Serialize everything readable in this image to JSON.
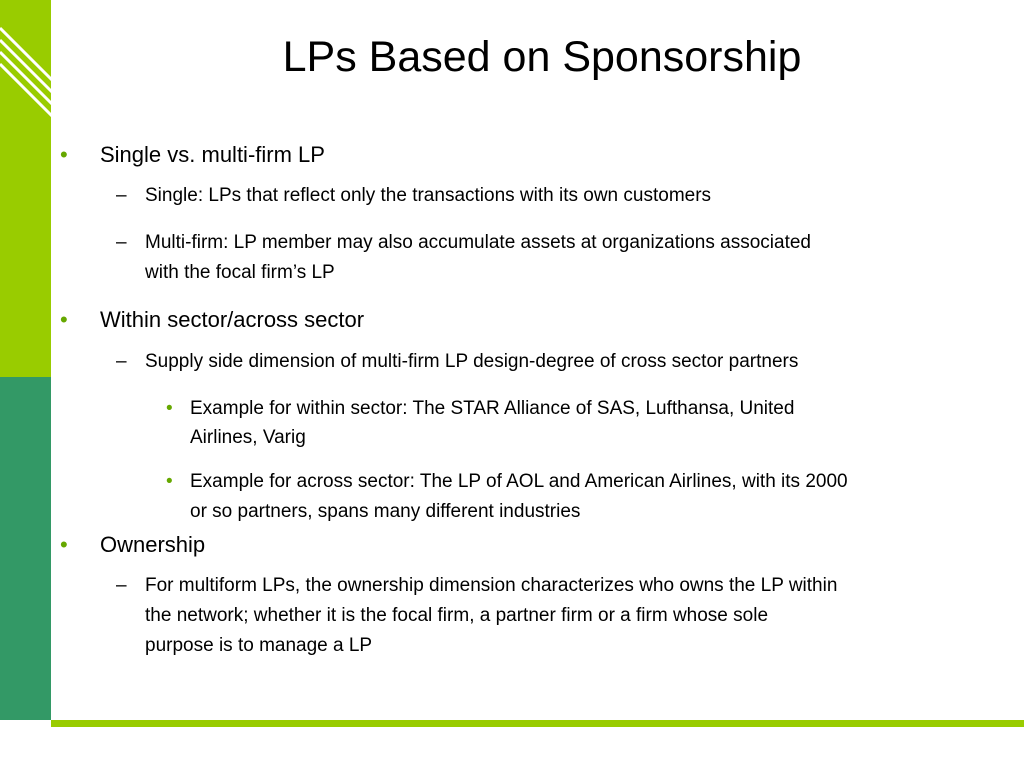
{
  "slide": {
    "title": "LPs Based on Sponsorship",
    "accent_colors": {
      "light_green": "#99cc00",
      "dark_green": "#339966"
    },
    "markers": {
      "bullet": "•",
      "dash": "–"
    },
    "items": [
      {
        "level": 1,
        "text": "Single vs. multi-firm LP"
      },
      {
        "level": 2,
        "text": "Single: LPs that reflect only the transactions with its own customers"
      },
      {
        "level": 2,
        "lines": [
          "Multi-firm: LP member may also accumulate assets at organizations associated",
          "with the focal firm’s LP"
        ]
      },
      {
        "level": 1,
        "text": "Within sector/across sector"
      },
      {
        "level": 2,
        "text": "Supply side dimension of multi-firm LP design-degree of cross sector partners"
      },
      {
        "level": 3,
        "lines": [
          "Example for within sector: The STAR Alliance of SAS, Lufthansa, United",
          "Airlines, Varig"
        ]
      },
      {
        "level": 3,
        "lines": [
          "Example for across sector: The LP of AOL and American Airlines, with its 2000",
          "or so partners, spans many different industries"
        ]
      },
      {
        "level": 1,
        "text": "Ownership"
      },
      {
        "level": 2,
        "lines": [
          "For multiform LPs, the ownership dimension characterizes who owns the LP within",
          "the network; whether it is the focal firm, a partner firm or a firm whose sole",
          "purpose is to manage a LP"
        ]
      }
    ]
  }
}
